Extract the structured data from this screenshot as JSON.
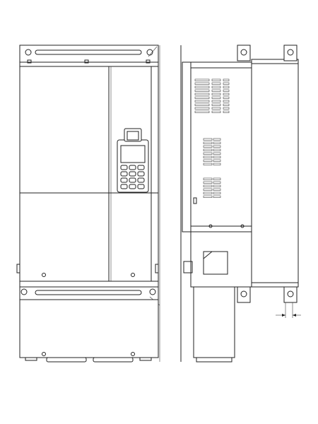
{
  "drawing": {
    "views": [
      "front-view",
      "side-view"
    ],
    "line_color": "#222222",
    "background": "#ffffff"
  },
  "front_view": {
    "keypad": {
      "button_count": 12
    }
  },
  "side_view": {
    "vent_groups": 3
  }
}
